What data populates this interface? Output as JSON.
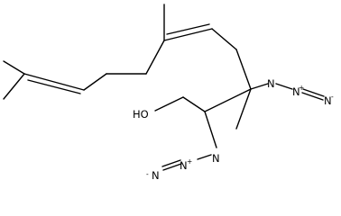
{
  "labels": {
    "hydroxyl": "HO",
    "azide_1": {
      "n1": "N",
      "n2": "N",
      "n2_charge": "+",
      "n3": "N",
      "n3_charge": "-"
    },
    "azide_2": {
      "n1": "N",
      "n2": "N",
      "n2_charge": "+",
      "n3": "N",
      "n3_charge": "-"
    }
  },
  "colors": {
    "bond": "#000000",
    "text": "#000000"
  }
}
